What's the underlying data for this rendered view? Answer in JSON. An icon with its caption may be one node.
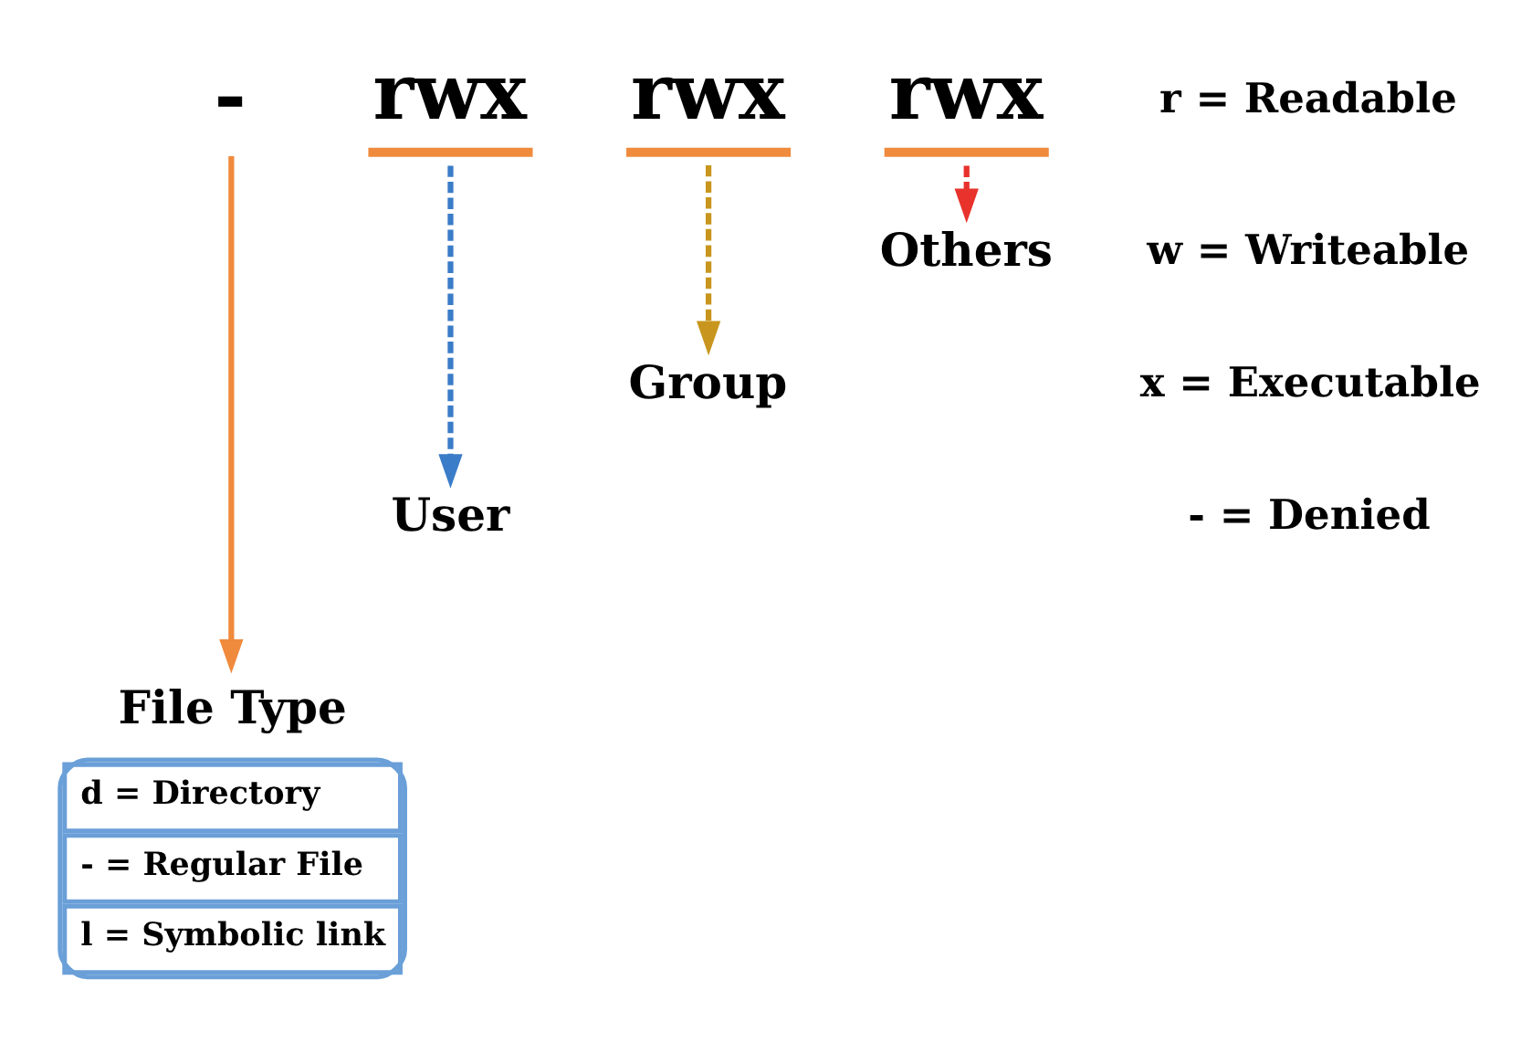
{
  "diagram": {
    "nodes": [
      {
        "text": [
          "-"
        ]
      },
      {
        "text": [
          "rwx"
        ]
      },
      {
        "text": [
          "rwx"
        ]
      },
      {
        "text": [
          "rwx"
        ]
      },
      {
        "text": [
          "User"
        ]
      },
      {
        "text": [
          "Group"
        ]
      },
      {
        "text": [
          "Others"
        ]
      },
      {
        "text": [
          "File Type",
          "d = Directory",
          "- = Regular File",
          "l = Symbolic link"
        ]
      }
    ],
    "edges": [
      {
        "from": 0,
        "to": 7,
        "arrow": "to",
        "color": "#f08a3c"
      },
      {
        "from": 1,
        "to": 4,
        "arrow": "to",
        "style": "dashed",
        "color": "#3a7cc8"
      },
      {
        "from": 2,
        "to": 5,
        "arrow": "to",
        "style": "dashed",
        "color": "#c8961e"
      },
      {
        "from": 3,
        "to": 6,
        "arrow": "to",
        "style": "dashed",
        "color": "#e8322c"
      }
    ],
    "labels": [
      "r = Readable",
      "w = Writeable",
      "x = Executable",
      "- = Denied"
    ]
  }
}
